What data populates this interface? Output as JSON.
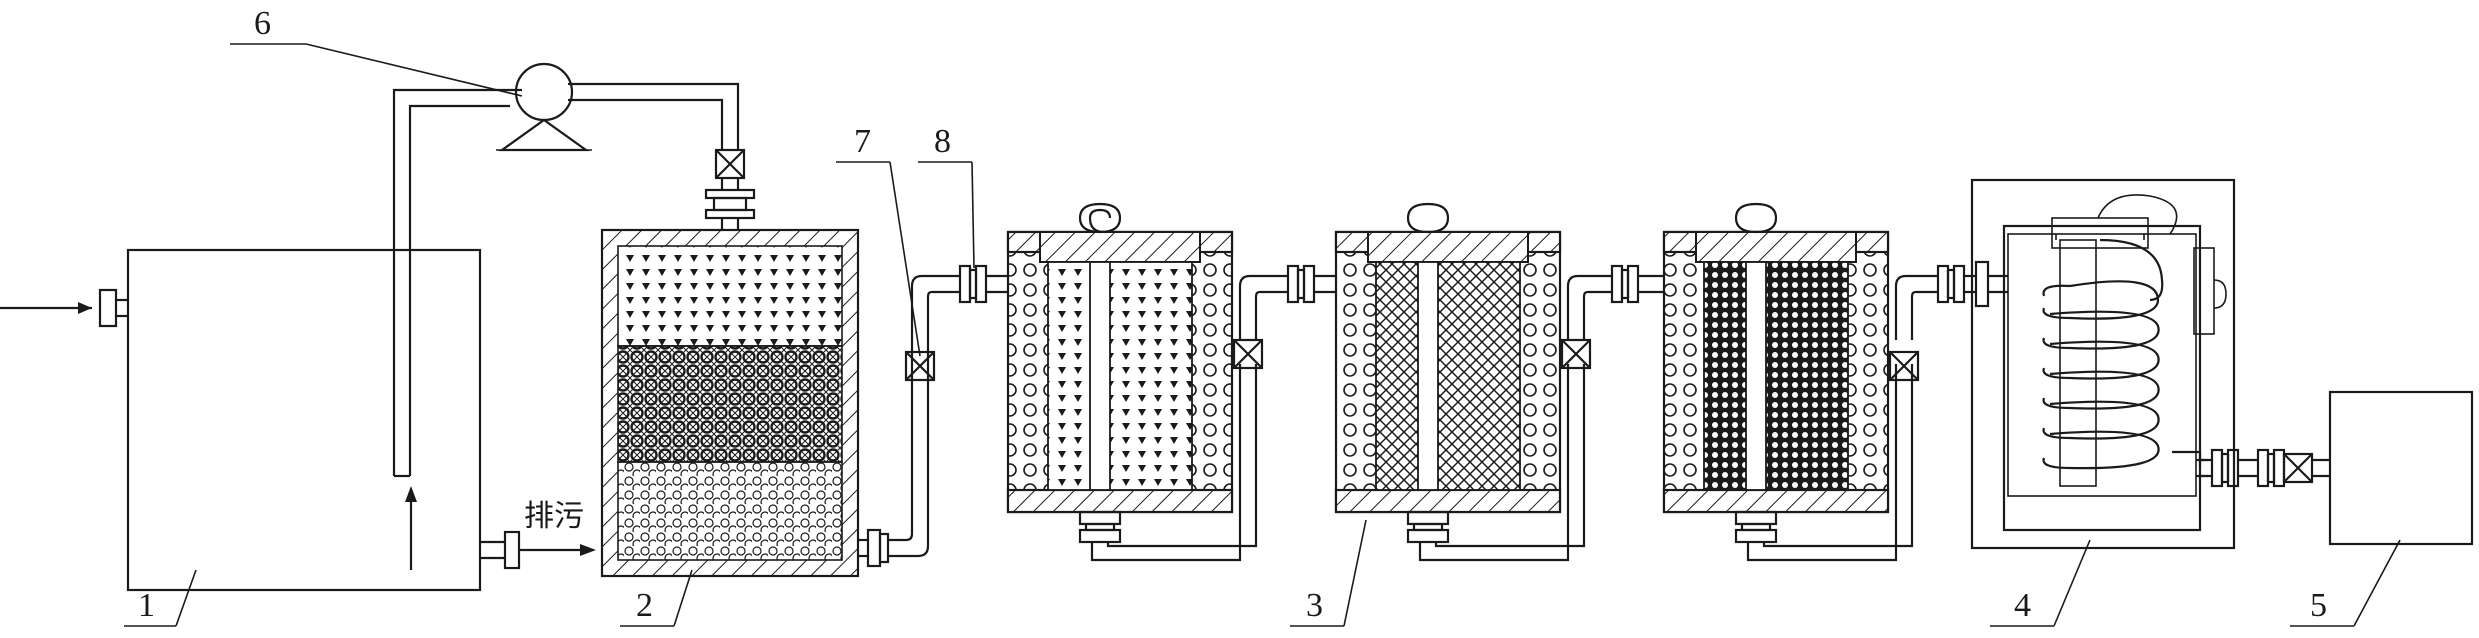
{
  "labels": {
    "n1": "1",
    "n2": "2",
    "n3": "3",
    "n4": "4",
    "n5": "5",
    "n6": "6",
    "n7": "7",
    "n8": "8",
    "sewage": "排污"
  },
  "colors": {
    "line": "#1a1a1a",
    "background": "#ffffff"
  }
}
